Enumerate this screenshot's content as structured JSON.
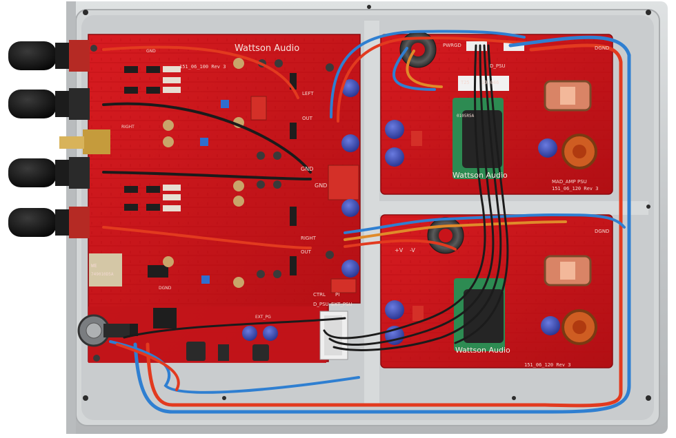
{
  "photo": {
    "subject": "Wattson Audio",
    "colors": {
      "enclosure": "#c9ccce",
      "pcb": "#c8141a",
      "pcb_dark": "#9e0c10",
      "wire_red": "#e23a1f",
      "wire_blue": "#2f7fd1",
      "wire_black": "#1b1b1b",
      "wire_orange": "#e08a2a",
      "jack": "#141414",
      "capacitor": "#3a49b8"
    }
  },
  "main_board": {
    "logo": "Wattson Audio",
    "part_number": "151_06_100 Rev 3",
    "labels": {
      "gnd_top": "GND",
      "right_in": "RIGHT",
      "left_out": "LEFT",
      "out": "OUT",
      "gnd_mid": "GND",
      "gnd_mid2": "GND",
      "right_mid": "RIGHT",
      "out_low": "OUT",
      "dgnd": "DGND",
      "ctrl": "CTRL",
      "dpsu": "D_PSU",
      "pi": "PI",
      "ext_psu": "EXT_PSU",
      "ext_pg": "EXT_PG",
      "we": "WE",
      "chip_code": "749010D5A"
    }
  },
  "psu_top": {
    "labels": {
      "pwrgd": "PWRGD",
      "dpsu": "D_PSU",
      "dgnd": "DGND",
      "model": "MAD_AMP PSU",
      "part_number": "151_06_120 Rev 3",
      "logo": "Wattson Audio",
      "chip": "T25",
      "chip2": "10.046",
      "code": "0105R5A"
    }
  },
  "psu_bottom": {
    "labels": {
      "v_plus": "+V",
      "v_minus": "-V",
      "dgnd": "DGND",
      "logo": "Wattson Audio",
      "part_number": "151_06_120 Rev 3"
    }
  }
}
